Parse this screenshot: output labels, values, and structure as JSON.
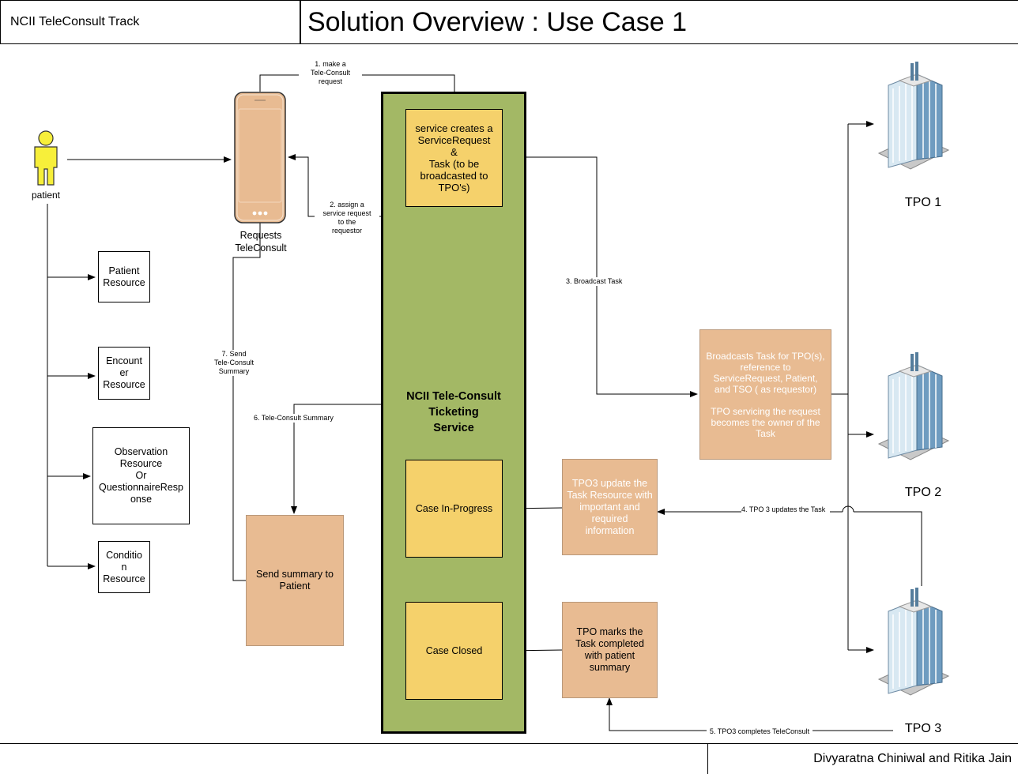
{
  "header": {
    "track": "NCII TeleConsult Track",
    "title": "Solution Overview : Use Case 1"
  },
  "footer": {
    "authors": "Divyaratna Chiniwal and Ritika Jain"
  },
  "patient": {
    "label": "patient"
  },
  "phone": {
    "label": "Requests\nTeleConsult"
  },
  "resources": [
    {
      "label": "Patient\nResource"
    },
    {
      "label": "Encount\ner\nResource"
    },
    {
      "label": "Observation\nResource\nOr\nQuestionnaireResp\nonse"
    },
    {
      "label": "Conditio\nn\nResource"
    }
  ],
  "service": {
    "title": "NCII Tele-Consult\nTicketing\nService",
    "create_box": "service creates a\nServiceRequest\n&\nTask (to be\nbroadcasted to\nTPO's)",
    "in_progress": "Case In-Progress",
    "closed": "Case Closed"
  },
  "send_summary": "Send summary to\nPatient",
  "broadcast_box": "Broadcasts Task for TPO(s),\nreference to\nServiceRequest, Patient,\nand TSO ( as requestor)\n\nTPO servicing the request\nbecomes the owner of the\nTask",
  "tpo3_update_box": "TPO3 update the\nTask Resource with\nimportant and\nrequired\ninformation",
  "tpo_complete_box": "TPO marks the\nTask  completed\nwith patient\nsummary",
  "tpos": [
    {
      "label": "TPO 1"
    },
    {
      "label": "TPO 2"
    },
    {
      "label": "TPO 3"
    }
  ],
  "steps": {
    "s1": "1. make a\nTele-Consult\nrequest",
    "s2": "2. assign a\nservice request\nto the\nrequestor",
    "s3": "3. Broadcast Task",
    "s4": "4. TPO 3 updates the Task",
    "s5": "5. TPO3 completes TeleConsult",
    "s6": "6. Tele-Consult Summary",
    "s7": "7. Send\nTele-Consult\nSummary"
  },
  "colors": {
    "service_green": "#a3b865",
    "box_yellow": "#f5d16b",
    "box_peach": "#e8bb92"
  }
}
